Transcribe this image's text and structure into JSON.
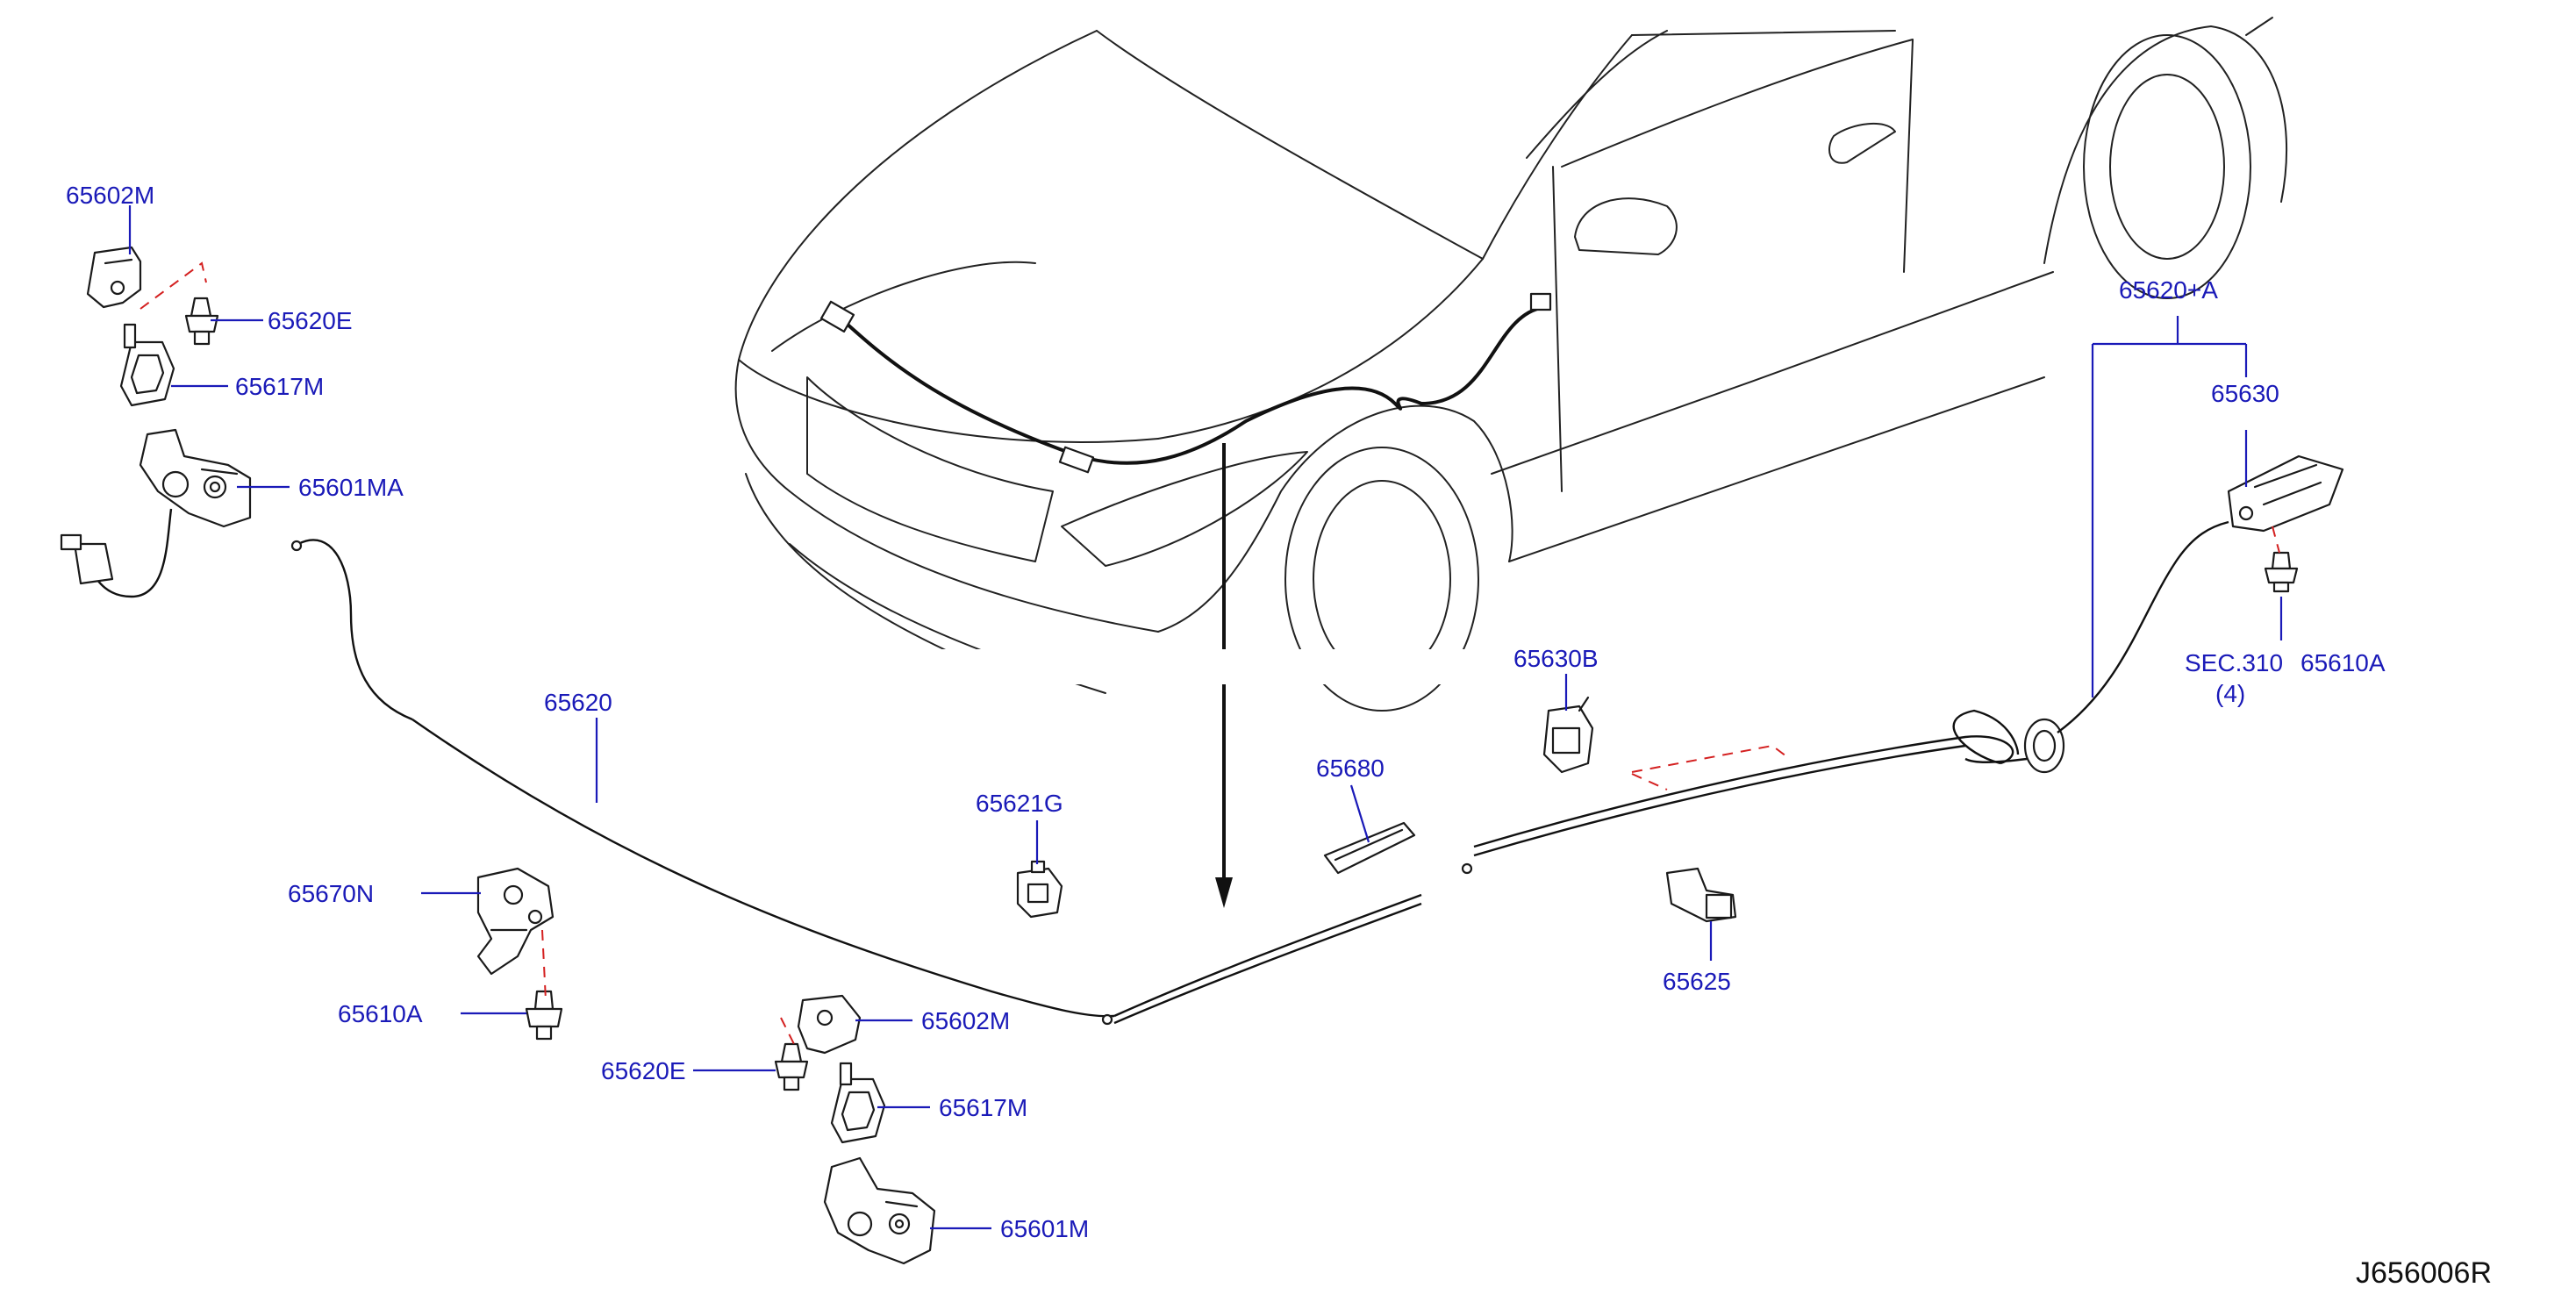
{
  "diagram_id": "J656006R",
  "colors": {
    "label": "#1a1ab8",
    "lead_line": "#1a1ab8",
    "dashed_hint": "#d42020",
    "outline": "#1a1a1a",
    "id_text": "#111111"
  },
  "callouts": [
    {
      "id": "c1",
      "text": "65602M"
    },
    {
      "id": "c2",
      "text": "65620E"
    },
    {
      "id": "c3",
      "text": "65617M"
    },
    {
      "id": "c4",
      "text": "65601MA"
    },
    {
      "id": "c5",
      "text": "65620"
    },
    {
      "id": "c6",
      "text": "65670N"
    },
    {
      "id": "c7",
      "text": "65610A"
    },
    {
      "id": "c8",
      "text": "65620E"
    },
    {
      "id": "c9",
      "text": "65602M"
    },
    {
      "id": "c10",
      "text": "65617M"
    },
    {
      "id": "c11",
      "text": "65601M"
    },
    {
      "id": "c12",
      "text": "65621G"
    },
    {
      "id": "c13",
      "text": "65680"
    },
    {
      "id": "c14",
      "text": "65625"
    },
    {
      "id": "c15",
      "text": "65620+A"
    },
    {
      "id": "c16",
      "text": "65630"
    },
    {
      "id": "c17",
      "text": "65630B"
    },
    {
      "id": "c18",
      "text": "65610A"
    },
    {
      "id": "c19",
      "text": "SEC.310"
    },
    {
      "id": "c20",
      "text": "(4)"
    }
  ]
}
